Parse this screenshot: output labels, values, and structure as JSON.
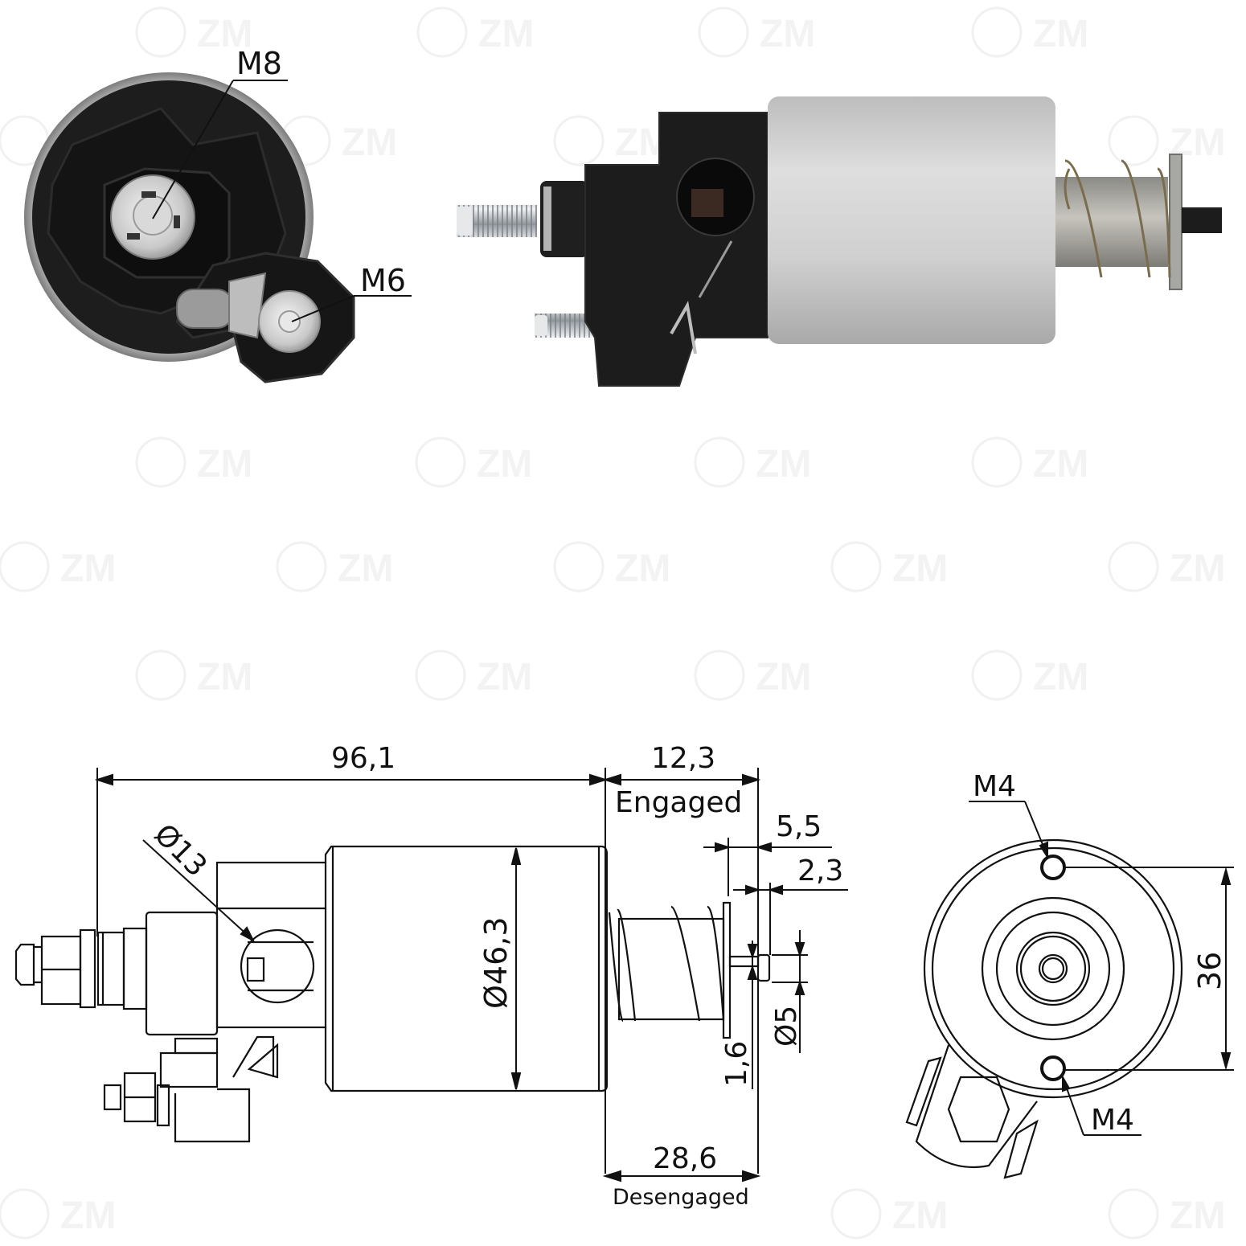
{
  "watermark": {
    "text": "ZM"
  },
  "photos": {
    "end_view": {
      "label_top_terminal": "M8",
      "label_side_terminal": "M6"
    },
    "side_view": {
      "body_color": "#c9c9c9",
      "housing_color": "#1c1c1c"
    }
  },
  "drawing": {
    "overall_length": "96,1",
    "plunger_engaged_value": "12,3",
    "plunger_engaged_label": "Engaged",
    "plunger_desengaged_value": "28,6",
    "plunger_desengaged_label": "Desengaged",
    "washer_offset": "5,5",
    "tip_length": "2,3",
    "shaft_diameter_small": "1,6",
    "tip_diameter": "Ø5",
    "body_diameter": "Ø46,3",
    "window_diameter": "Ø13"
  },
  "front_view": {
    "hole_top_label": "M4",
    "hole_bottom_label": "M4",
    "hole_spacing": "36"
  },
  "colors": {
    "line": "#111111",
    "body_metal": "#cfcfcf",
    "housing_black": "#1a1a1a",
    "watermark": "#f1f1f1"
  }
}
